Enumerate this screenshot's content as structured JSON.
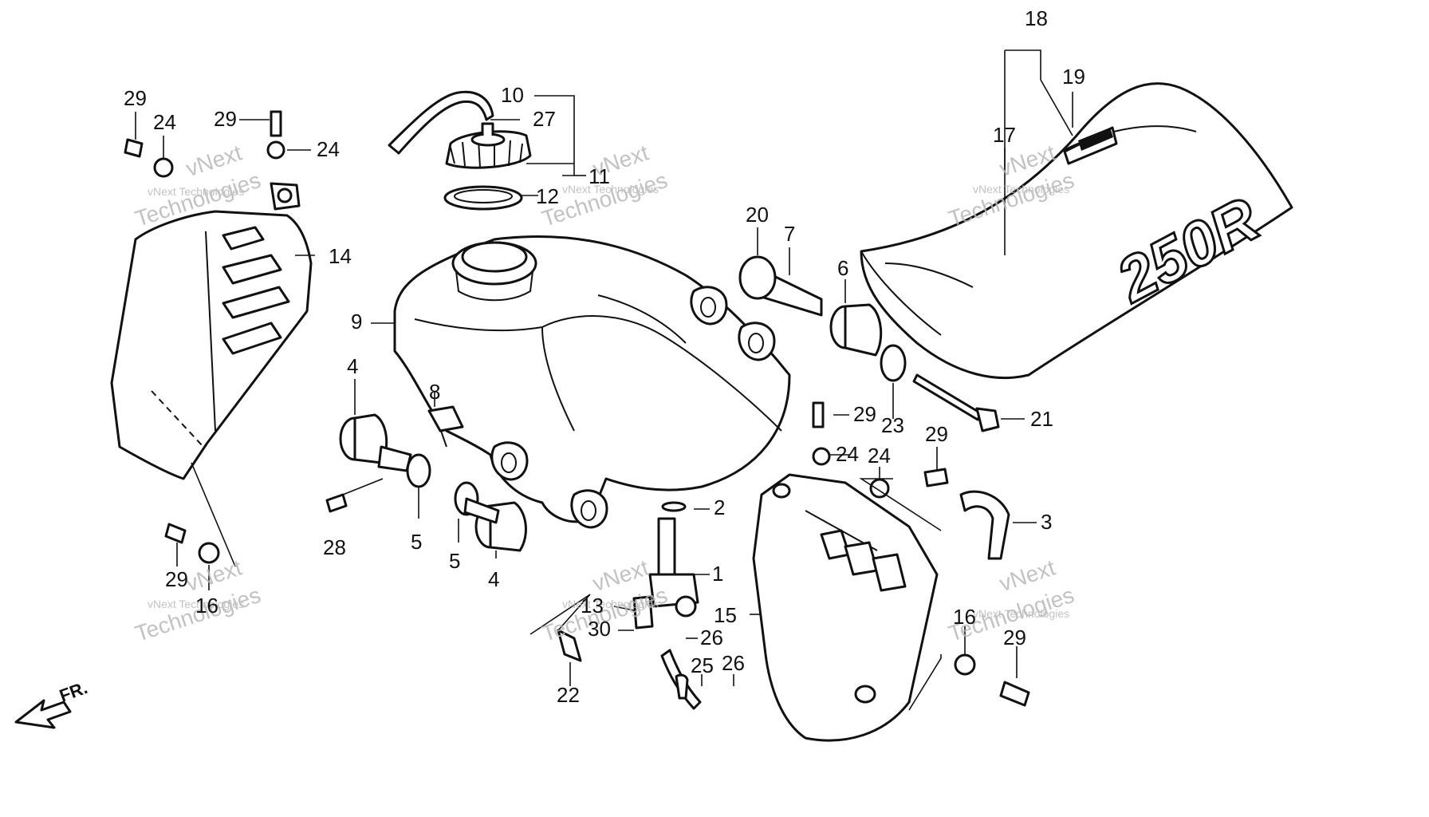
{
  "watermark": {
    "brand": "vNext",
    "name": "Technologies",
    "small": "vNext Technologies"
  },
  "direction_label": "FR.",
  "callouts": [
    {
      "id": "c18",
      "text": "18"
    },
    {
      "id": "c19",
      "text": "19"
    },
    {
      "id": "c17",
      "text": "17"
    },
    {
      "id": "c10",
      "text": "10"
    },
    {
      "id": "c27",
      "text": "27"
    },
    {
      "id": "c11",
      "text": "11"
    },
    {
      "id": "c12",
      "text": "12"
    },
    {
      "id": "c29a",
      "text": "29"
    },
    {
      "id": "c24a",
      "text": "24"
    },
    {
      "id": "c29b",
      "text": "29"
    },
    {
      "id": "c24b",
      "text": "24"
    },
    {
      "id": "c14",
      "text": "14"
    },
    {
      "id": "c20",
      "text": "20"
    },
    {
      "id": "c7",
      "text": "7"
    },
    {
      "id": "c6",
      "text": "6"
    },
    {
      "id": "c9",
      "text": "9"
    },
    {
      "id": "c4a",
      "text": "4"
    },
    {
      "id": "c8",
      "text": "8"
    },
    {
      "id": "c23",
      "text": "23"
    },
    {
      "id": "c21",
      "text": "21"
    },
    {
      "id": "c29c",
      "text": "29"
    },
    {
      "id": "c24c",
      "text": "24"
    },
    {
      "id": "c24d",
      "text": "24"
    },
    {
      "id": "c29d",
      "text": "29"
    },
    {
      "id": "c2",
      "text": "2"
    },
    {
      "id": "c3",
      "text": "3"
    },
    {
      "id": "c28",
      "text": "28"
    },
    {
      "id": "c5a",
      "text": "5"
    },
    {
      "id": "c5b",
      "text": "5"
    },
    {
      "id": "c4b",
      "text": "4"
    },
    {
      "id": "c1",
      "text": "1"
    },
    {
      "id": "c15",
      "text": "15"
    },
    {
      "id": "c13",
      "text": "13"
    },
    {
      "id": "c30",
      "text": "30"
    },
    {
      "id": "c26a",
      "text": "26"
    },
    {
      "id": "c25",
      "text": "25"
    },
    {
      "id": "c26b",
      "text": "26"
    },
    {
      "id": "c22",
      "text": "22"
    },
    {
      "id": "c29e",
      "text": "29"
    },
    {
      "id": "c16a",
      "text": "16"
    },
    {
      "id": "c16b",
      "text": "16"
    },
    {
      "id": "c29f",
      "text": "29"
    }
  ],
  "seat_decal": "250R"
}
